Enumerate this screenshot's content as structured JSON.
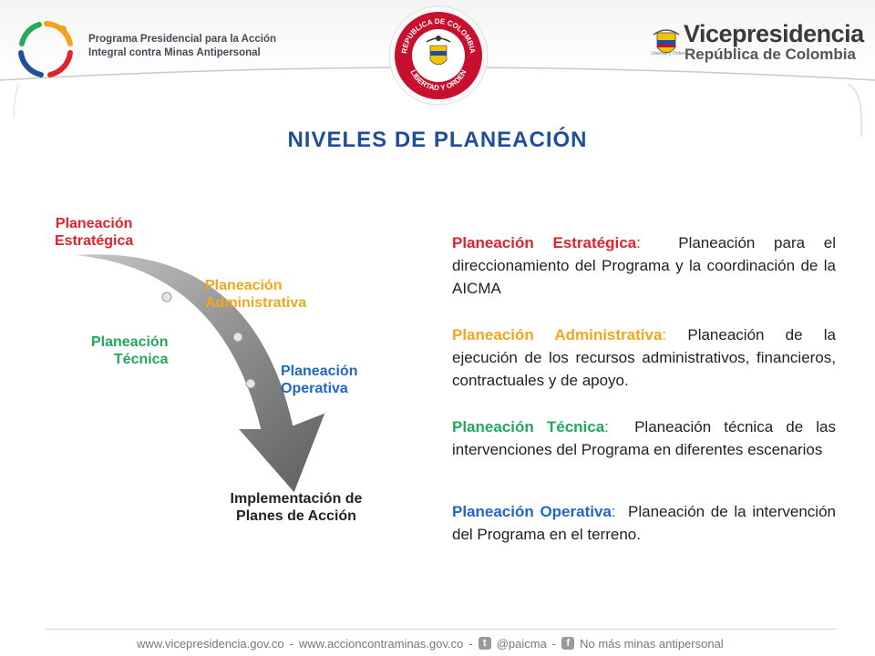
{
  "header": {
    "left_logo_text_line1": "Programa Presidencial para la Acción",
    "left_logo_text_line2": "Integral contra Minas Antipersonal",
    "seal_text_top": "REPUBLICA DE COLOMBIA",
    "seal_text_bottom": "LIBERTAD Y ORDEN",
    "right_title": "Vicepresidencia",
    "right_subtitle": "República de Colombia",
    "right_motto": "Libertad y Orden"
  },
  "title": "NIVELES DE PLANEACIÓN",
  "diagram": {
    "estrategica_line1": "Planeación",
    "estrategica_line2": "Estratégica",
    "administrativa_line1": "Planeación",
    "administrativa_line2": "Administrativa",
    "tecnica_line1": "Planeación",
    "tecnica_line2": "Técnica",
    "operativa_line1": "Planeación",
    "operativa_line2": "Operativa",
    "implementacion_line1": "Implementación de",
    "implementacion_line2": "Planes de Acción"
  },
  "descriptions": [
    {
      "term": "Planeación Estratégica",
      "colon": ":",
      "text": "  Planeación para el direccionamiento del Programa y la coordinación de la AICMA"
    },
    {
      "term": "Planeación Administrativa",
      "colon": ":",
      "text": " Planeación de la ejecución de los recursos administrativos, financieros, contractuales y de apoyo."
    },
    {
      "term": "Planeación Técnica",
      "colon": ":",
      "text": "  Planeación técnica de las intervenciones del Programa en diferentes escenarios"
    },
    {
      "term": "Planeación Operativa",
      "colon": ":",
      "text": "  Planeación de la intervención del Programa en el terreno."
    }
  ],
  "footer": {
    "site1": "www.vicepresidencia.gov.co",
    "sep1": "-",
    "site2": "www.accioncontraminas.gov.co",
    "sep2": "-",
    "twitter": "@paicma",
    "sep3": "-",
    "facebook": "No más minas antipersonal"
  },
  "colors": {
    "title": "#1f4e9c",
    "estrategica": "#e3232b",
    "administrativa": "#f2a51e",
    "tecnica": "#24a85a",
    "operativa": "#2266c4"
  }
}
